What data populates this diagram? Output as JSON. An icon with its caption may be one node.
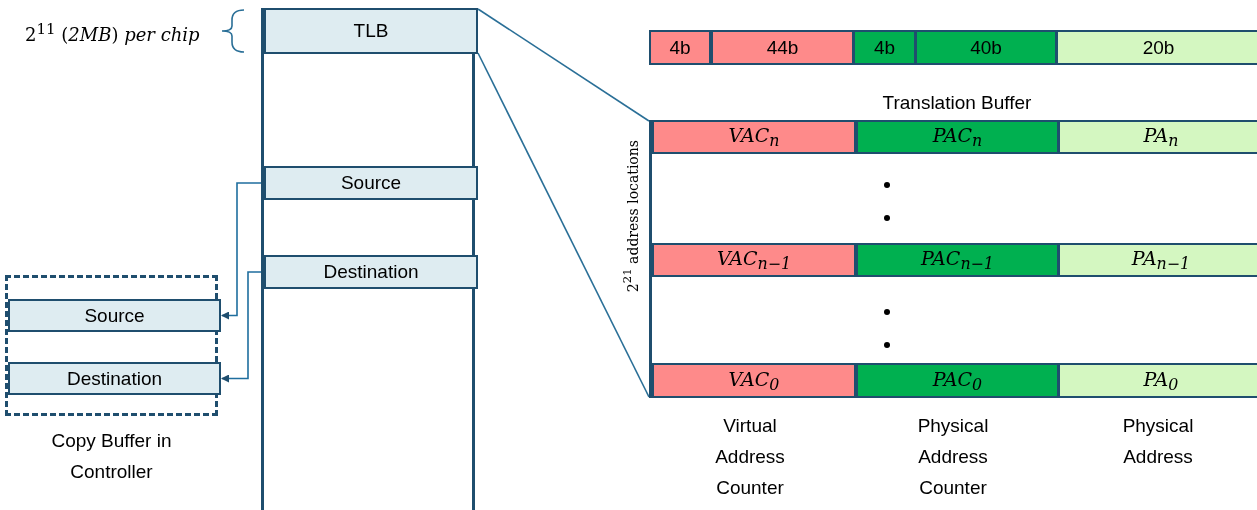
{
  "diagram": {
    "nodes": [
      {
        "text": [],
        "shape": "box"
      },
      {
        "text": [
          "TLB"
        ],
        "in": 0
      },
      {
        "text": [
          "Source"
        ],
        "in": 0
      },
      {
        "text": [
          "Destination"
        ],
        "in": 0
      },
      {
        "text": [
          "Copy Buffer in Controller"
        ]
      },
      {
        "text": [
          "Source"
        ],
        "in": 4
      },
      {
        "text": [
          "Destination"
        ],
        "in": 4
      },
      {
        "text": [
          "4b"
        ]
      },
      {
        "text": [
          "44b"
        ]
      },
      {
        "text": [
          "4b"
        ]
      },
      {
        "text": [
          "40b"
        ]
      },
      {
        "text": [
          "20b"
        ]
      },
      {
        "text": [
          "Translation Buffer"
        ],
        "beside": [
          "2$^{21}$ address locations"
        ]
      },
      {
        "text": [
          "VAC$_{n}$"
        ],
        "in": 12
      },
      {
        "text": [
          "PAC$_{n}$"
        ],
        "in": 12
      },
      {
        "text": [
          "PA$_{n}$"
        ],
        "in": 12
      },
      {
        "text": [
          "VAC$_{n−1}$"
        ],
        "in": 12
      },
      {
        "text": [
          "PAC$_{n−1}$"
        ],
        "in": 12
      },
      {
        "text": [
          "PA$_{n−1}$"
        ],
        "in": 12
      },
      {
        "text": [
          "VAC$_{0}$"
        ],
        "in": 12
      },
      {
        "text": [
          "PAC$_{0}$"
        ],
        "in": 12
      },
      {
        "text": [
          "PA$_{0}$"
        ],
        "in": 12
      }
    ],
    "edges": [
      {
        "from": 2,
        "to": 5,
        "arrow": "to"
      },
      {
        "from": 3,
        "to": 6,
        "arrow": "to"
      },
      {
        "from": 1,
        "to": 12,
        "arrow": "none"
      },
      {
        "from": 1,
        "to": 12,
        "arrow": "none"
      }
    ],
    "labels": [
      "2$^{11}$ (*2MB*) *per chip*",
      "Virtual Address Counter",
      "Physical Address Counter",
      "Physical Address"
    ]
  }
}
